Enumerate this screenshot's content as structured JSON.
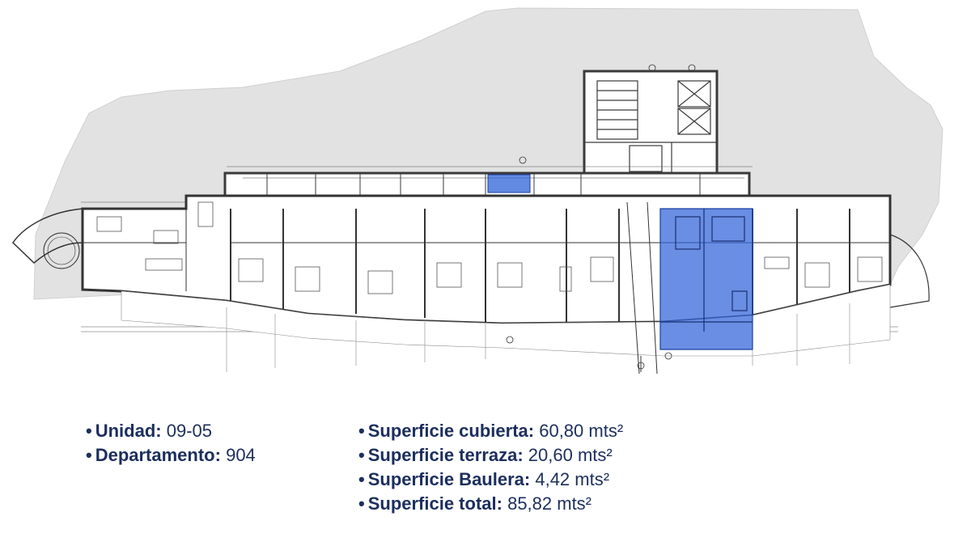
{
  "plan": {
    "highlight_color": "#2f63d8",
    "site_color": "#e2e2e2",
    "line_color": "#3a3a3a"
  },
  "info": {
    "bullet": "•",
    "left": [
      {
        "label": "Unidad:",
        "value": "09-05"
      },
      {
        "label": "Departamento:",
        "value": "904"
      }
    ],
    "right": [
      {
        "label": "Superficie cubierta:",
        "value": "60,80 mts²"
      },
      {
        "label": "Superficie terraza:",
        "value": "20,60 mts²"
      },
      {
        "label": "Superficie Baulera:",
        "value": "4,42 mts²"
      },
      {
        "label": "Superficie total:",
        "value": "85,82 mts²"
      }
    ]
  }
}
